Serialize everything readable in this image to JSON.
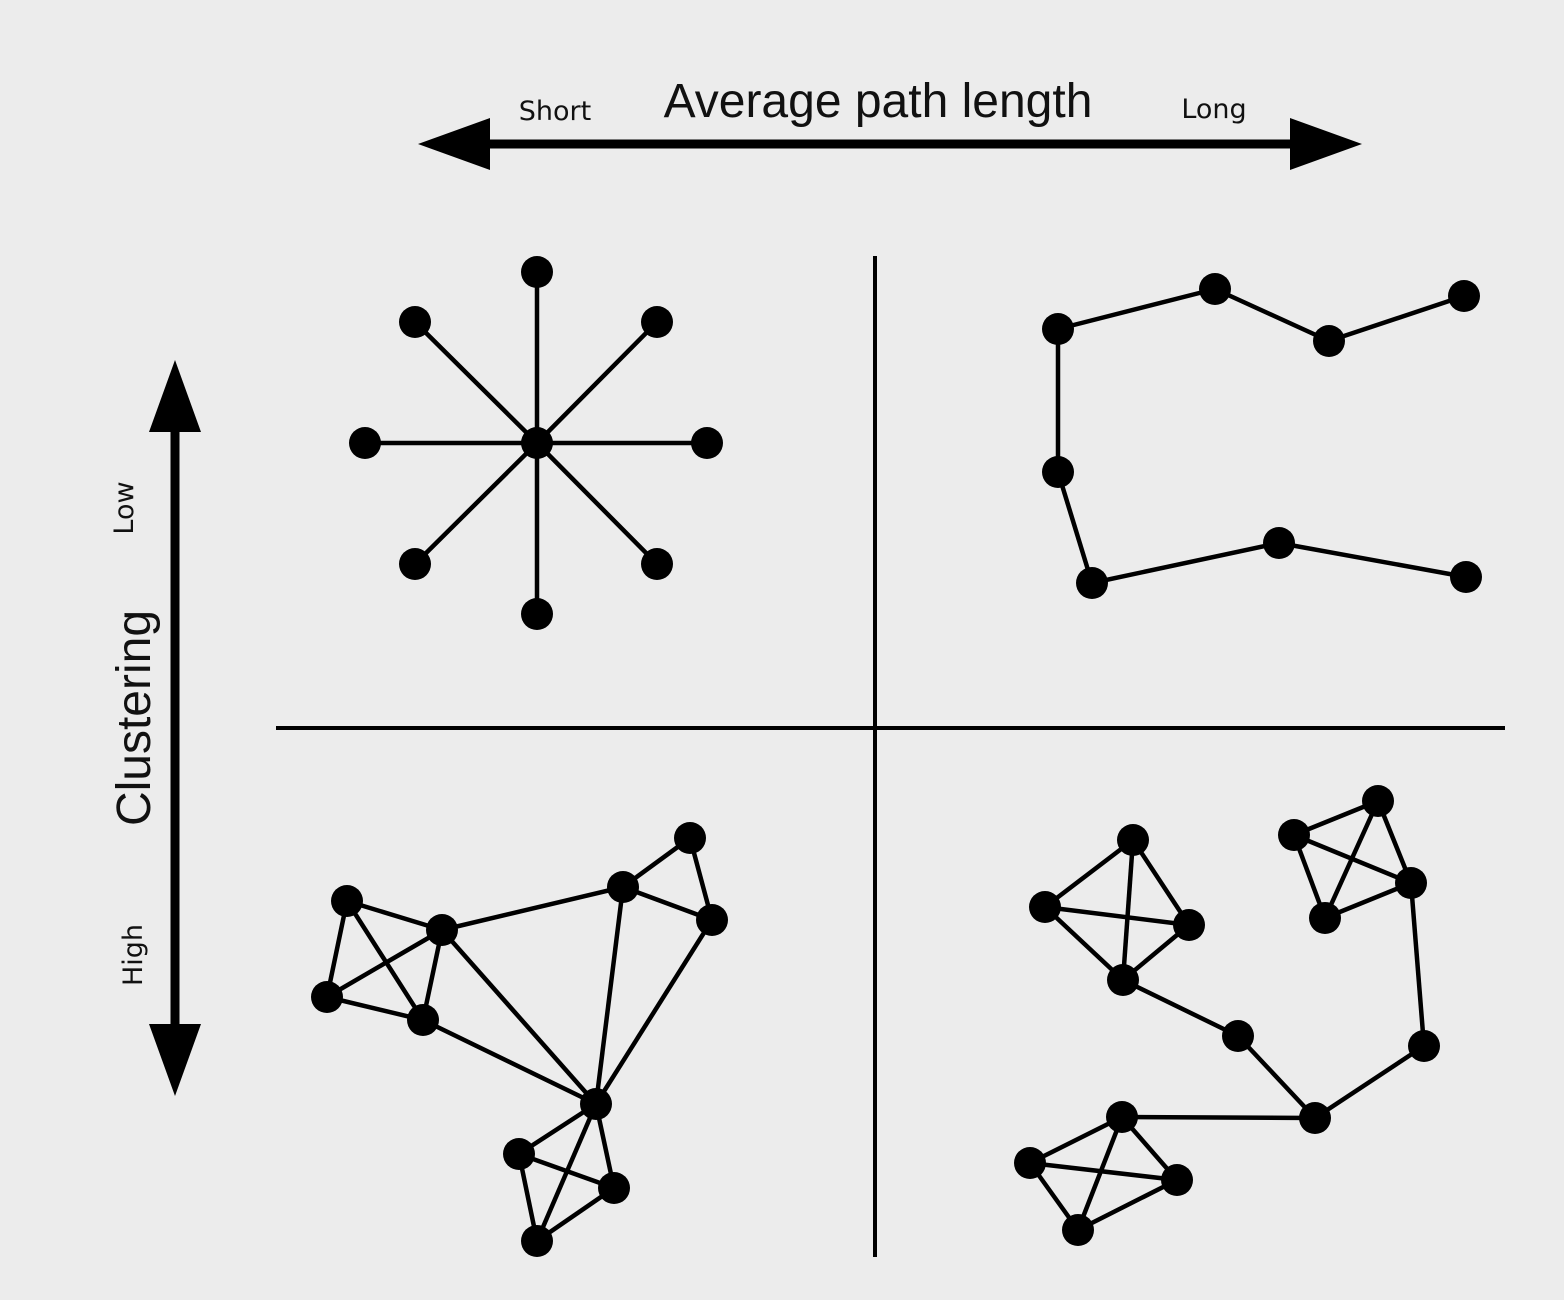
{
  "x_axis": {
    "title": "Average path length",
    "left_label": "Short",
    "right_label": "Long"
  },
  "y_axis": {
    "title": "Clustering",
    "top_label": "Low",
    "bottom_label": "High"
  },
  "colors": {
    "background": "#ececec",
    "ink": "#000000"
  },
  "quadrants": [
    {
      "id": "short-low",
      "clustering": "Low",
      "path_length": "Short",
      "shape": "star"
    },
    {
      "id": "long-low",
      "clustering": "Low",
      "path_length": "Long",
      "shape": "chain"
    },
    {
      "id": "short-high",
      "clustering": "High",
      "path_length": "Short",
      "shape": "connected cliques"
    },
    {
      "id": "long-high",
      "clustering": "High",
      "path_length": "Long",
      "shape": "cliques linked by chain"
    }
  ]
}
